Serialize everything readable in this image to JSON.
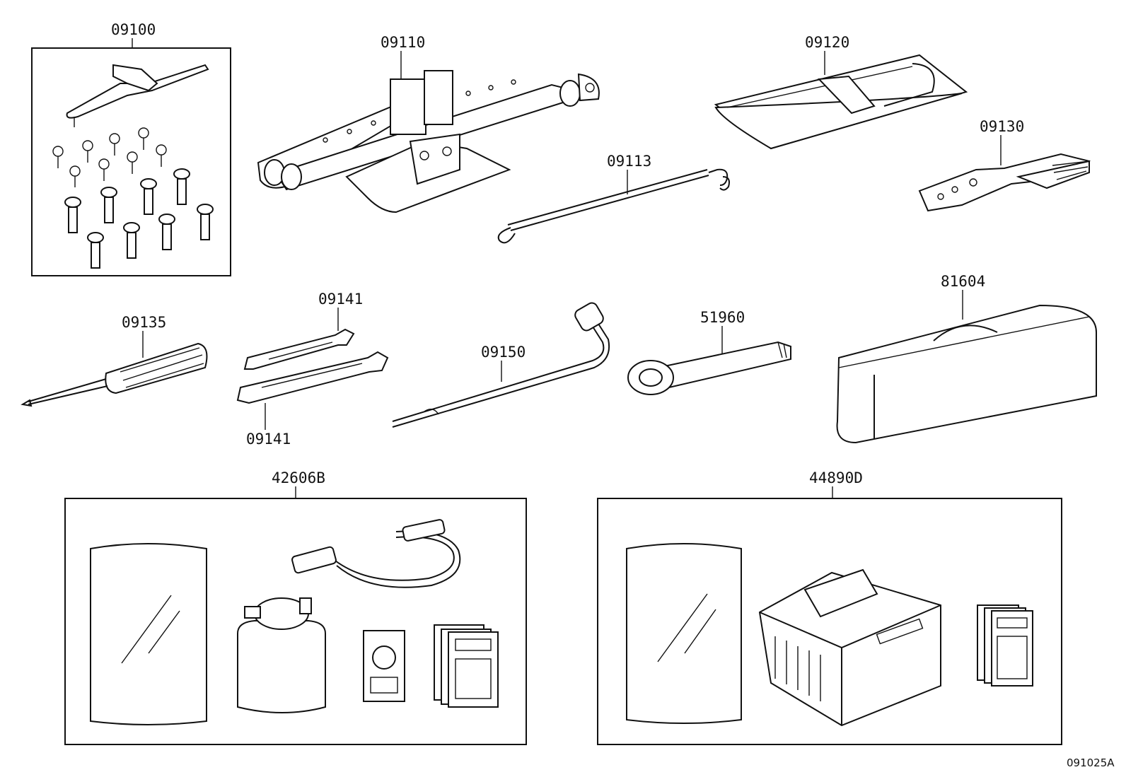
{
  "diagram": {
    "callouts": {
      "c09100": "09100",
      "c09110": "09110",
      "c09120": "09120",
      "c09113": "09113",
      "c09130": "09130",
      "c09135": "09135",
      "c09141a": "09141",
      "c09141b": "09141",
      "c09150": "09150",
      "c51960": "51960",
      "c81604": "81604",
      "c42606B": "42606B",
      "c44890D": "44890D"
    },
    "figure_ref": "091025A"
  }
}
